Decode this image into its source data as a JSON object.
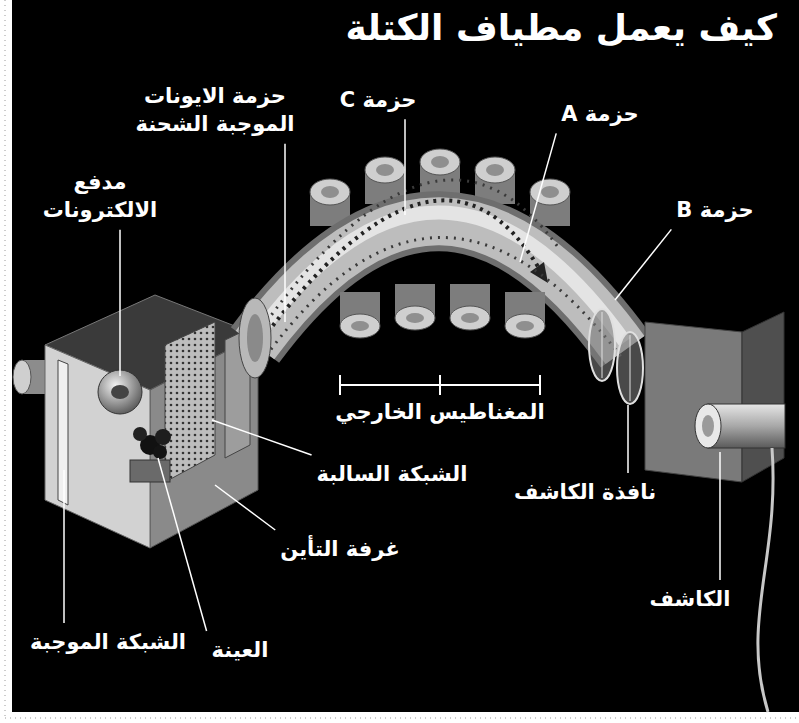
{
  "diagram": {
    "title": "كيف يعمل مطياف الكتلة",
    "labels": [
      "حزمة الايونات الموجبة الشحنة",
      "حزمة C",
      "حزمة A",
      "حزمة B",
      "مدفع الالكترونات",
      "المغناطيس الخارجي",
      "الشبكة السالبة",
      "غرفة التأين",
      "نافذة الكاشف",
      "الكاشف",
      "العينة",
      "الشبكة الموجبة"
    ]
  }
}
